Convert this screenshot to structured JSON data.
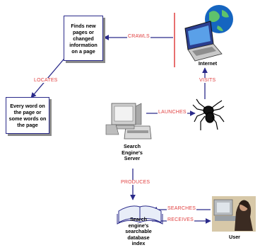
{
  "nodes": {
    "finds_new_pages": "Finds new pages or changed information on a page",
    "every_word": "Every word on the page or some words on the page",
    "internet": "Internet",
    "server": "Search\nEngine's\nServer",
    "index": "Search\nengine's\nsearchable\ndatabase\nindex",
    "user": "User"
  },
  "edges": {
    "crawls": "CRAWLS",
    "locates": "LOCATES",
    "visits": "VISITS",
    "launches": "LAUNCHES",
    "produces": "PRODUCES",
    "searches": "SEARCHES",
    "receives": "RECEIVES"
  },
  "colors": {
    "arrow": "#2a2a8a",
    "label": "#e04040",
    "box_border": "#2a2a8a"
  }
}
